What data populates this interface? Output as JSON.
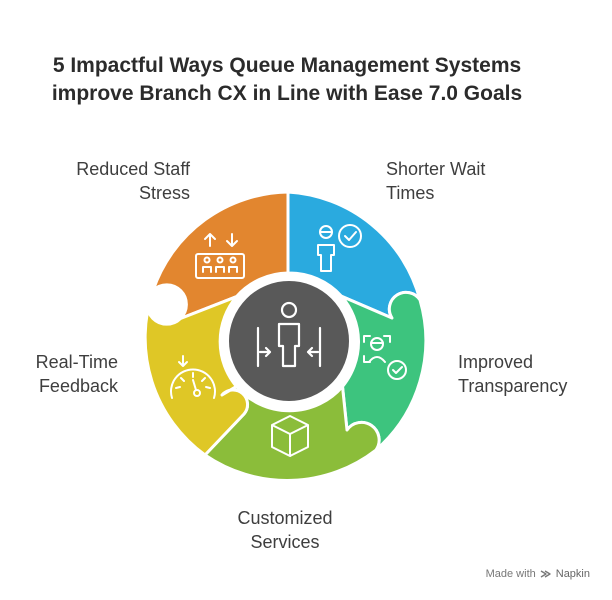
{
  "title": {
    "line1": "5 Impactful Ways Queue Management Systems",
    "line2": "improve Branch CX in Line with Ease 7.0 Goals"
  },
  "segments": [
    {
      "label_line1": "Reduced Staff",
      "label_line2": "Stress",
      "color": "#E2862F",
      "icon": "staff-escalator-icon"
    },
    {
      "label_line1": "Shorter Wait",
      "label_line2": "Times",
      "color": "#2AAADF",
      "icon": "person-check-icon"
    },
    {
      "label_line1": "Improved",
      "label_line2": "Transparency",
      "color": "#3DC47E",
      "icon": "face-scan-check-icon"
    },
    {
      "label_line1": "Customized",
      "label_line2": "Services",
      "color": "#8BBD3A",
      "icon": "box-icon"
    },
    {
      "label_line1": "Real-Time",
      "label_line2": "Feedback",
      "color": "#DFC726",
      "icon": "gauge-icon"
    }
  ],
  "center": {
    "color": "#595959",
    "icon": "person-queue-arrows-icon"
  },
  "footer": {
    "made_with": "Made with",
    "brand": "Napkin"
  }
}
